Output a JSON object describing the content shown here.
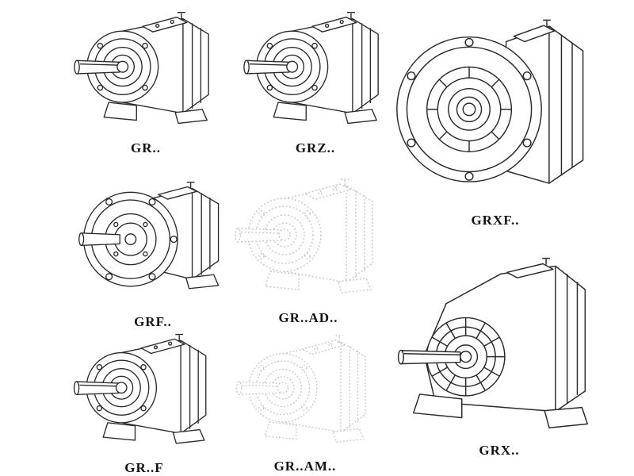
{
  "page": {
    "background": "#ffffff"
  },
  "colors": {
    "line": "#2b2b2b",
    "faint_line": "#c6c6c6",
    "label_text": "#111111"
  },
  "figures": [
    {
      "id": "gr",
      "label": "GR..",
      "drawing_style": "solid"
    },
    {
      "id": "grz",
      "label": "GRZ..",
      "drawing_style": "solid"
    },
    {
      "id": "grxf",
      "label": "GRXF..",
      "drawing_style": "solid"
    },
    {
      "id": "grf",
      "label": "GRF..",
      "drawing_style": "solid"
    },
    {
      "id": "grad",
      "label": "GR..AD..",
      "drawing_style": "faint"
    },
    {
      "id": "grff",
      "label": "GR..F",
      "drawing_style": "solid"
    },
    {
      "id": "gram",
      "label": "GR..AM..",
      "drawing_style": "faint"
    },
    {
      "id": "grx",
      "label": "GRX..",
      "drawing_style": "solid"
    }
  ]
}
